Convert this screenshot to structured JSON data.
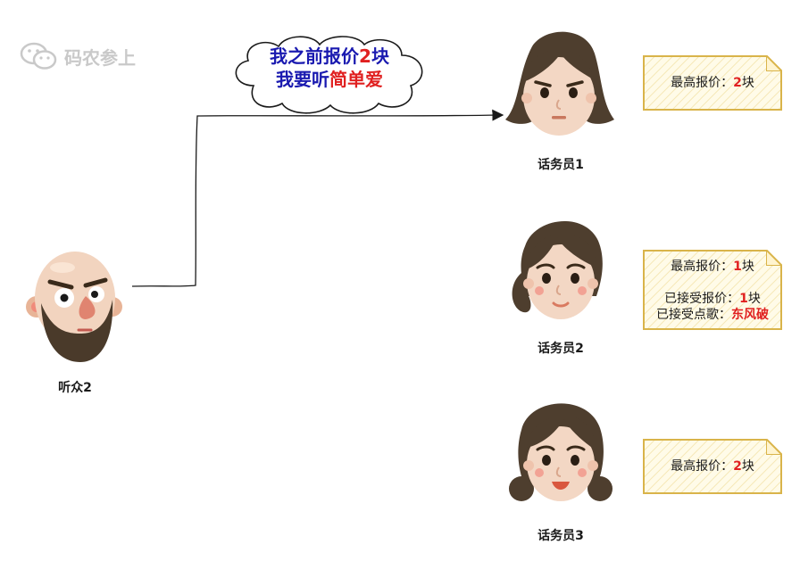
{
  "watermark": {
    "text": "码农参上"
  },
  "cloud": {
    "line1_a": "我之前报价",
    "line1_num": "2",
    "line1_b": "块",
    "line2_a": "我要听",
    "line2_b": "简单爱"
  },
  "listener": {
    "label": "听众2"
  },
  "operators": [
    {
      "label": "话务员1"
    },
    {
      "label": "话务员2"
    },
    {
      "label": "话务员3"
    }
  ],
  "notes": [
    {
      "prefix": "最高报价：",
      "value": "2",
      "unit": "块"
    },
    {
      "prefix": "最高报价：",
      "value": "1",
      "unit": "块",
      "accepted_prefix": "已接受报价：",
      "accepted_value": "1",
      "accepted_unit": "块",
      "song_prefix": "已接受点歌：",
      "song": "东风破"
    },
    {
      "prefix": "最高报价：",
      "value": "2",
      "unit": "块"
    }
  ],
  "colors": {
    "highlight": "#e02020",
    "cloud_text": "#1a1ab0",
    "note_border": "#d9b44a"
  }
}
